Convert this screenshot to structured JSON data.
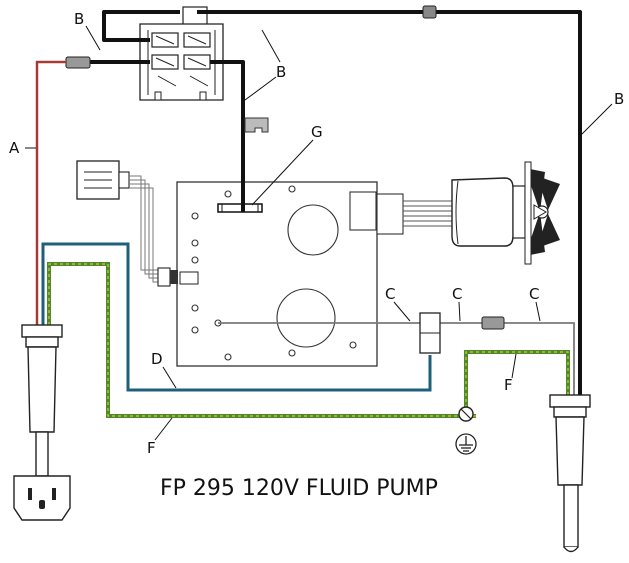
{
  "caption": "FP 295 120V FLUID PUMP",
  "labels": {
    "a": "A",
    "b_left": "B",
    "b_mid": "B",
    "b_right": "B",
    "c_left": "C",
    "c_mid": "C",
    "c_right": "C",
    "d": "D",
    "f_left": "F",
    "f_right": "F",
    "g": "G"
  },
  "colors": {
    "wire_black": "#111111",
    "wire_red": "#b5413a",
    "wire_blue": "#1f5f7a",
    "wire_green": "#4d8a2a",
    "wire_yellow": "#d8c23a",
    "wire_grey": "#8a8a8a",
    "board_outline": "#333333"
  },
  "icons": {
    "ground": "ground-symbol-icon",
    "plug": "iec-power-inlet-icon",
    "switch": "rocker-switch-icon",
    "motor": "pump-motor-icon",
    "capacitor": "capacitor-icon"
  }
}
